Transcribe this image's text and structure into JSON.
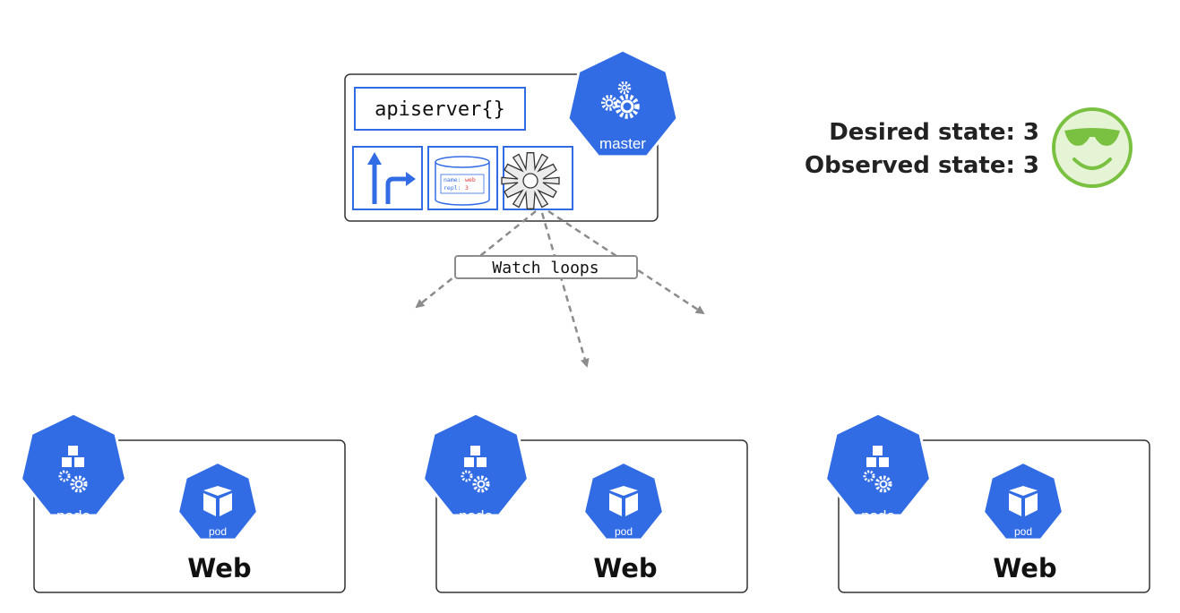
{
  "master": {
    "apiserver_label": "apiserver{}",
    "badge_label": "master",
    "store_line1_key": "name:",
    "store_line1_val": "web",
    "store_line2_key": "repl:",
    "store_line2_val": "3"
  },
  "watch_label": "Watch loops",
  "state": {
    "desired": "Desired state: 3",
    "observed": "Observed state: 3"
  },
  "nodes": [
    {
      "node_label": "node",
      "pod_label": "pod",
      "app_label": "Web"
    },
    {
      "node_label": "node",
      "pod_label": "pod",
      "app_label": "Web"
    },
    {
      "node_label": "node",
      "pod_label": "pod",
      "app_label": "Web"
    }
  ],
  "colors": {
    "k8s_blue": "#326ce5",
    "frame": "#333333",
    "arrow_gray": "#8c8c8c",
    "smiley_green": "#7ac142",
    "smiley_fill": "#e6f4d6",
    "red_value": "#e53935"
  }
}
